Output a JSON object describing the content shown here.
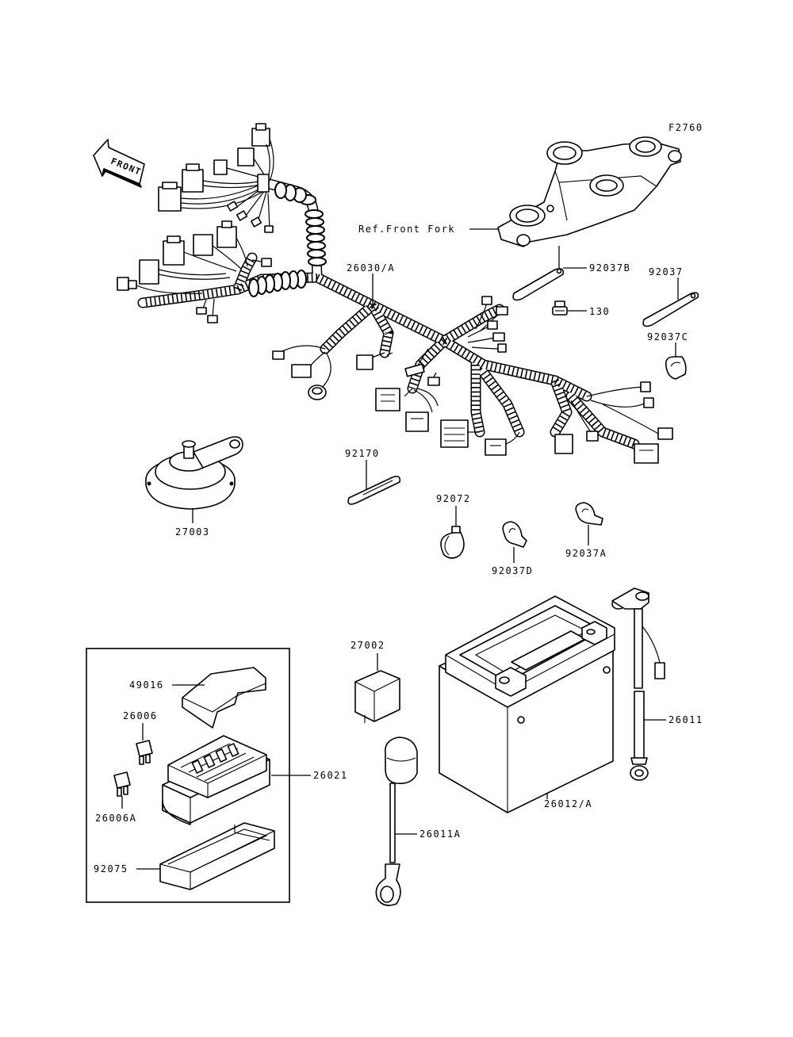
{
  "figure_code": "F2760",
  "front_label": "FRONT",
  "ref_front_fork": "Ref.Front Fork",
  "parts": {
    "harness": "26030/A",
    "bracket_b": "92037B",
    "clamp": "92037",
    "bolt": "130",
    "clamp_c": "92037C",
    "band": "92170",
    "horn": "27003",
    "tie": "92072",
    "clamp_d": "92037D",
    "clamp_a": "92037A",
    "relay": "27002",
    "cover": "49016",
    "fuse": "26006",
    "fuse_a": "26006A",
    "fuse_box": "26021",
    "case": "92075",
    "battery": "26012/A",
    "lead": "26011",
    "lead_a": "26011A"
  }
}
